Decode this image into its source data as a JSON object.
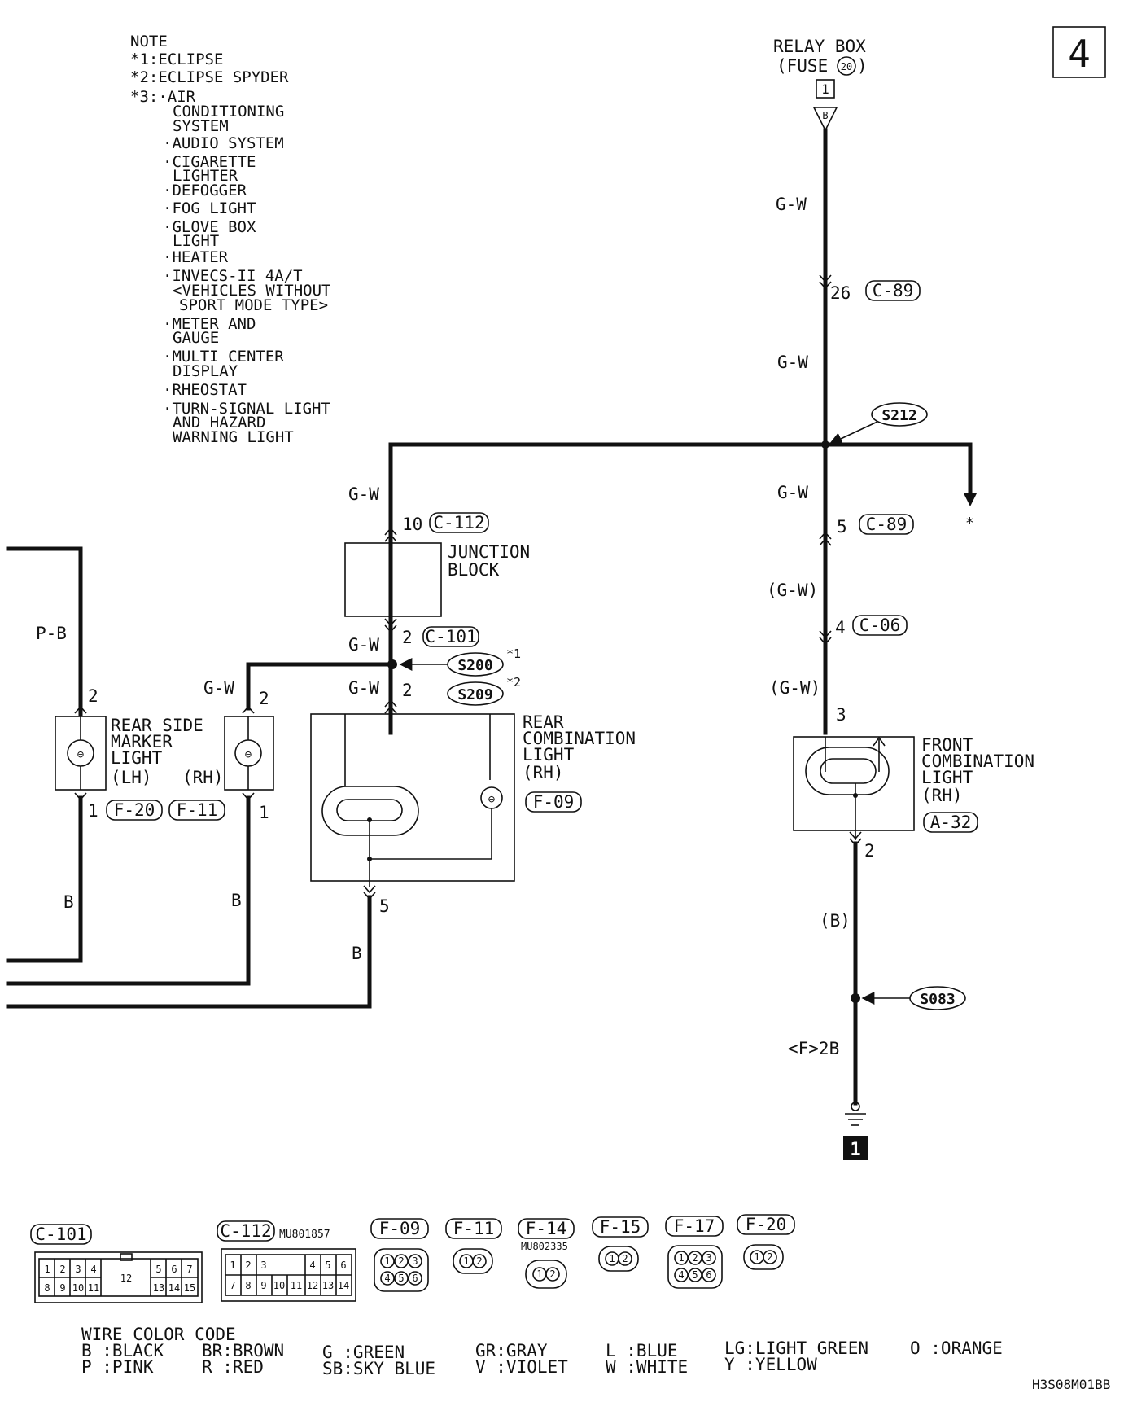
{
  "page_number": "4",
  "notes": {
    "title": "NOTE",
    "star1": "*1:ECLIPSE",
    "star2": "*2:ECLIPSE SPYDER",
    "star3_lines": [
      "*3:·AIR",
      "CONDITIONING",
      "SYSTEM",
      "·AUDIO SYSTEM",
      "·CIGARETTE",
      "LIGHTER",
      "·DEFOGGER",
      "·FOG LIGHT",
      "·GLOVE BOX",
      "LIGHT",
      "·HEATER",
      "·INVECS-II 4A/T",
      "<VEHICLES WITHOUT",
      "SPORT MODE TYPE>",
      "·METER AND",
      "GAUGE",
      "·MULTI CENTER",
      "DISPLAY",
      "·RHEOSTAT",
      "·TURN-SIGNAL LIGHT",
      "AND HAZARD",
      "WARNING LIGHT"
    ]
  },
  "relay_box": {
    "line1": "RELAY BOX",
    "line2": "(FUSE",
    "fuse": "20",
    "line2_end": ")",
    "terminal": "1",
    "letter": "B"
  },
  "wires": {
    "gw": "G-W",
    "gw_paren": "(G-W)",
    "pb": "P-B",
    "b": "B",
    "b_paren": "(B)",
    "ground_wire": "<F>2B"
  },
  "connectors": {
    "c89": "C-89",
    "c112": "C-112",
    "c101": "C-101",
    "c06": "C-06",
    "f20": "F-20",
    "f11": "F-11",
    "f09": "F-09",
    "a32": "A-32"
  },
  "pins": {
    "p26": "26",
    "p5": "5",
    "p4": "4",
    "p3": "3",
    "p2": "2",
    "p10": "10",
    "p1": "1"
  },
  "splices": {
    "s212": "S212",
    "s200": "S200",
    "s209": "S209",
    "s083": "S083",
    "star1": "*1",
    "star2": "*2",
    "asterisk": "*"
  },
  "components": {
    "junction_block": [
      "JUNCTION",
      "BLOCK"
    ],
    "rear_side_marker": [
      "REAR SIDE",
      "MARKER",
      "LIGHT",
      "(LH)",
      "(RH)"
    ],
    "rear_combination": [
      "REAR",
      "COMBINATION",
      "LIGHT",
      "(RH)"
    ],
    "front_combination": [
      "FRONT",
      "COMBINATION",
      "LIGHT",
      "(RH)"
    ]
  },
  "ground_id": "1",
  "connector_views": {
    "c101": {
      "label": "C-101",
      "top": [
        "1",
        "2",
        "3",
        "4",
        "5",
        "6",
        "7"
      ],
      "bottom": [
        "8",
        "9",
        "10",
        "11",
        "13",
        "14",
        "15"
      ],
      "middle": "12"
    },
    "c112": {
      "label": "C-112",
      "part": "MU801857",
      "top": [
        "1",
        "2",
        "3",
        "4",
        "5",
        "6"
      ],
      "bottom": [
        "7",
        "8",
        "9",
        "10",
        "11",
        "12",
        "13",
        "14"
      ]
    },
    "f09": {
      "label": "F-09"
    },
    "f11": {
      "label": "F-11"
    },
    "f14": {
      "label": "F-14",
      "part": "MU802335"
    },
    "f15": {
      "label": "F-15"
    },
    "f17": {
      "label": "F-17"
    },
    "f20": {
      "label": "F-20"
    },
    "pins3": [
      "1",
      "2",
      "3"
    ],
    "pins6": [
      "4",
      "5",
      "6"
    ],
    "pins2": [
      "1",
      "2"
    ]
  },
  "color_code": {
    "title": "WIRE COLOR CODE",
    "row1": [
      "B :BLACK",
      "BR:BROWN",
      "G :GREEN",
      "GR:GRAY",
      "L :BLUE",
      "LG:LIGHT GREEN",
      "O :ORANGE"
    ],
    "row2": [
      "P :PINK",
      "R :RED",
      "SB:SKY BLUE",
      "V :VIOLET",
      "W :WHITE",
      "Y :YELLOW"
    ]
  },
  "diagram_code": "H3S08M01BB"
}
